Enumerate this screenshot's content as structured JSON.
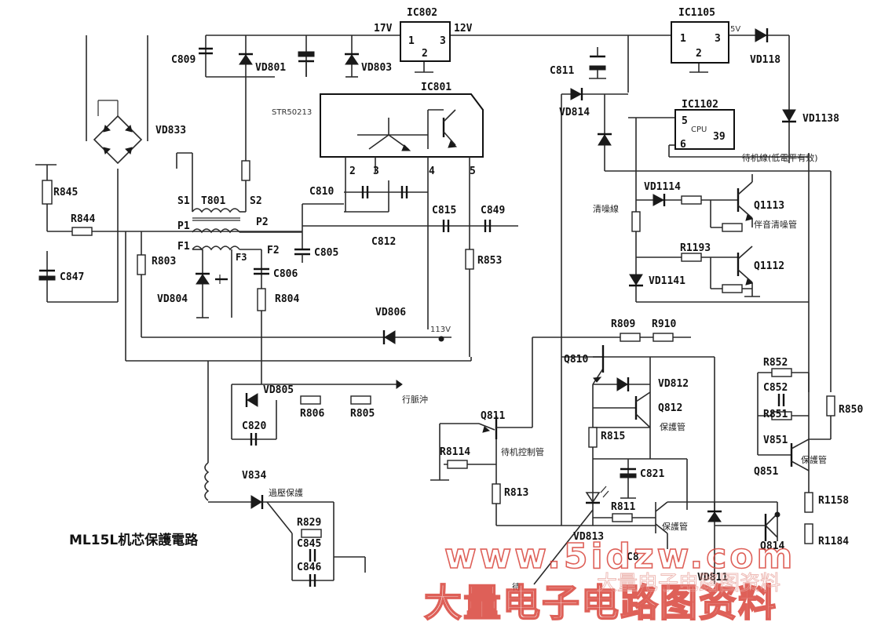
{
  "title": "ML15L机芯保護電路",
  "watermark": {
    "url": "www.5idzw.com",
    "cn": "大量电子电路图资料",
    "faint": "大量电子电路图资料"
  },
  "ics": {
    "ic802": {
      "name": "IC802",
      "pin1": "1",
      "pin2": "2",
      "pin3": "3",
      "vin": "17V",
      "vout": "12V"
    },
    "ic1105": {
      "name": "IC1105",
      "pin1": "1",
      "pin2": "2",
      "pin3": "3",
      "vout": "5V"
    },
    "ic801": {
      "name": "IC801",
      "part": "STR50213",
      "pin2": "2",
      "pin3": "3",
      "pin4": "4",
      "pin5": "5"
    },
    "ic1102": {
      "name": "IC1102",
      "cpu": "CPU",
      "pin5": "5",
      "pin6": "6",
      "pin39": "39"
    }
  },
  "labels": {
    "c809": "C809",
    "vd801": "VD801",
    "vd803": "VD803",
    "c811": "C811",
    "vd814": "VD814",
    "vd118": "VD118",
    "vd1138": "VD1138",
    "vd833": "VD833",
    "t801": "T801",
    "s1": "S1",
    "s2": "S2",
    "p1": "P1",
    "p2": "P2",
    "f1": "F1",
    "f2": "F2",
    "f3": "F3",
    "r845": "R845",
    "r844": "R844",
    "c847": "C847",
    "r803": "R803",
    "vd804": "VD804",
    "c810": "C810",
    "c815": "C815",
    "c849": "C849",
    "c812": "C812",
    "c805": "C805",
    "c806": "C806",
    "r804": "R804",
    "r853": "R853",
    "vd806": "VD806",
    "v113": "113V",
    "vd805": "VD805",
    "r806": "R806",
    "r805": "R805",
    "c820": "C820",
    "v834": "V834",
    "r829": "R829",
    "c845": "C845",
    "c846": "C846",
    "q811": "Q811",
    "r8114": "R8114",
    "r813": "R813",
    "r809": "R809",
    "r910": "R910",
    "q810": "Q810",
    "vd812": "VD812",
    "q812": "Q812",
    "r815": "R815",
    "c821": "C821",
    "r811": "R811",
    "vd813": "VD813",
    "vd811": "VD811",
    "c8x": "C8",
    "vd1114": "VD1114",
    "q1113": "Q1113",
    "r1193": "R1193",
    "q1112": "Q1112",
    "vd1141": "VD1141",
    "r852": "R852",
    "c852": "C852",
    "r851": "R851",
    "v851": "V851",
    "q851": "Q851",
    "r850": "R850",
    "r1158": "R1158",
    "r1184": "R1184",
    "q814": "Q814"
  },
  "notes": {
    "standby_line": "待机線(低電平有效)",
    "mute_line": "清噪線",
    "mute_tube": "伴音清噪管",
    "line_pulse": "行脈沖",
    "standby_ctrl": "待机控制管",
    "protect1": "保護管",
    "protect2": "保護管",
    "protect3": "保護管",
    "protect4": "保護管",
    "overvolt": "過壓保護",
    "wait": "待"
  }
}
